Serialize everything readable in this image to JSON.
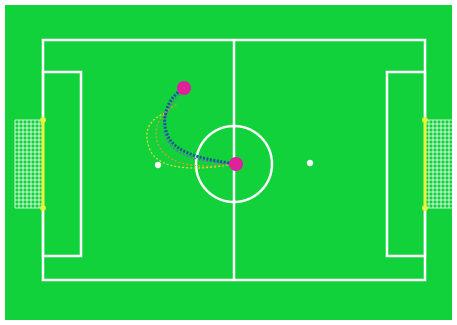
{
  "scene": {
    "kind": "soccer-field-simulation",
    "colors": {
      "frame": "#ffffff",
      "field": "#11d23a",
      "lines": "#ffffff",
      "goal_net": "#ffffff",
      "goal_post": "#e6f53c",
      "robot": "#e0219b",
      "ball": "#ffffff",
      "trail_primary": "#1b4fa0",
      "trail_secondary_orange": "#f2932f",
      "trail_secondary_yellow": "#e7e02f",
      "trail_secondary_purple": "#8a4fcf"
    },
    "icons": {
      "robot": "circle-robot-icon",
      "ball": "soccer-ball-icon",
      "net": "goal-net-icon"
    },
    "objects": {
      "robots_visible": 2,
      "balls_visible": 2
    }
  }
}
